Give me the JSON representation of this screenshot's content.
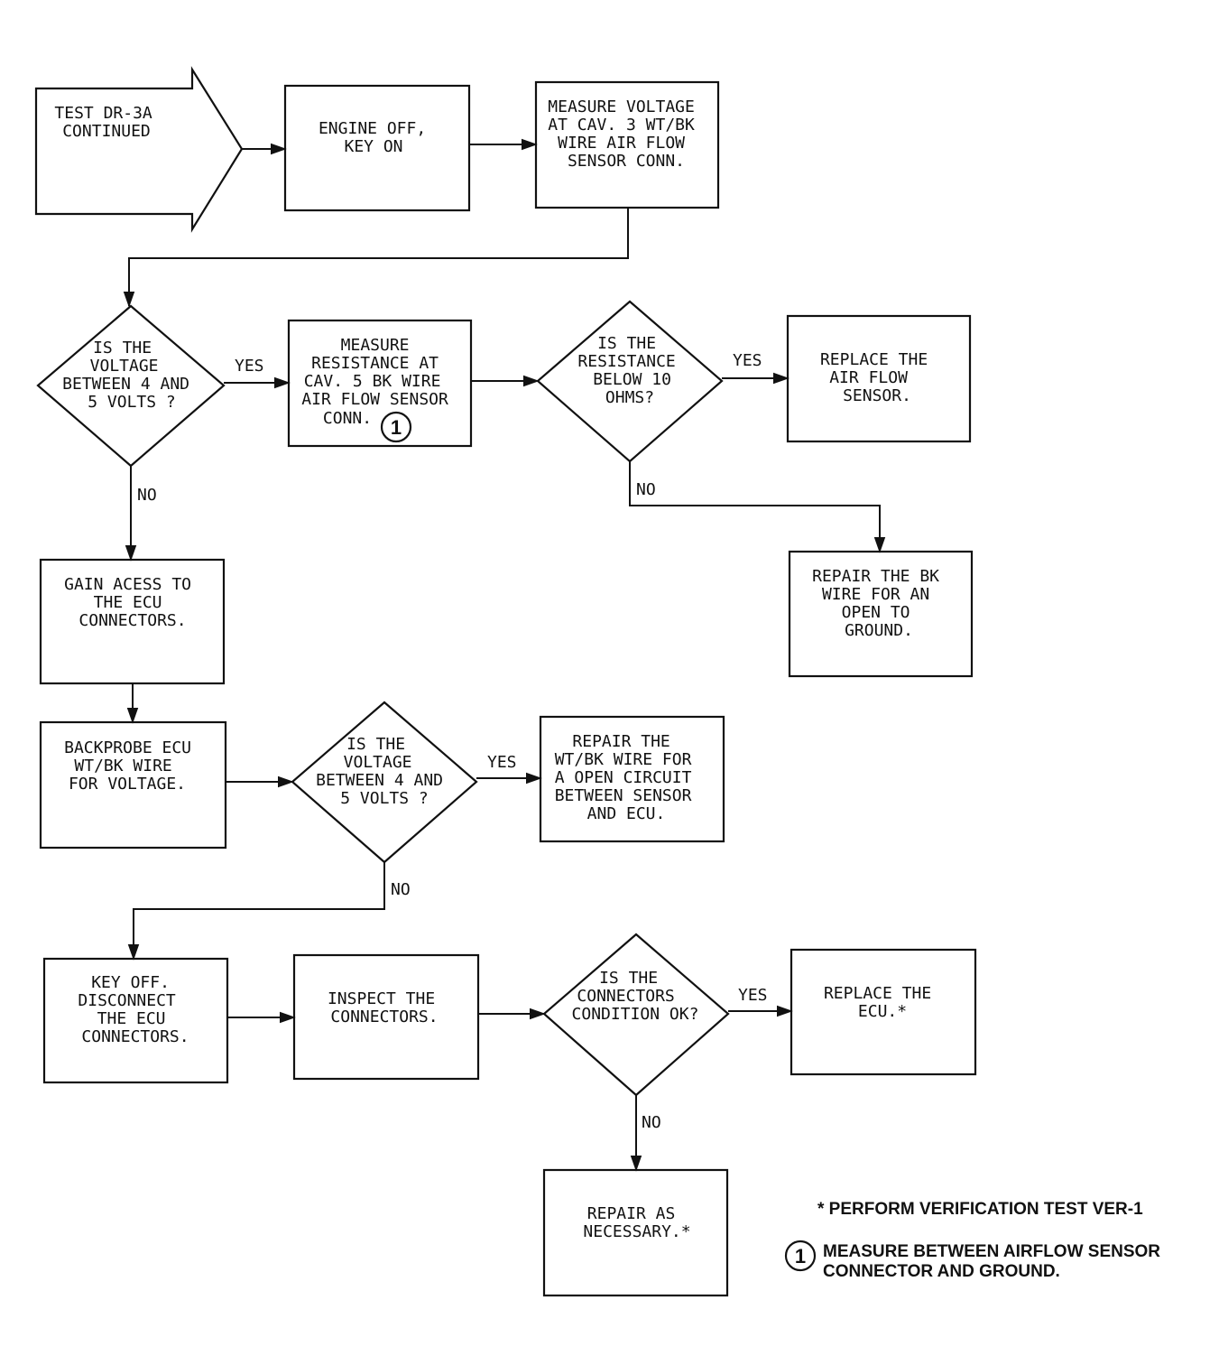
{
  "colors": {
    "ink": "#111111",
    "background": "#ffffff"
  },
  "nodes": {
    "start": [
      "TEST DR-3A",
      "CONTINUED"
    ],
    "engine_off": [
      "ENGINE OFF,",
      "KEY ON"
    ],
    "measure_voltage": [
      "MEASURE VOLTAGE",
      "AT CAV. 3 WT/BK",
      "WIRE AIR FLOW",
      "SENSOR CONN."
    ],
    "is_voltage_1": [
      "IS THE",
      "VOLTAGE",
      "BETWEEN 4 AND",
      "5 VOLTS ?"
    ],
    "measure_resistance": [
      "MEASURE",
      "RESISTANCE AT",
      "CAV. 5 BK WIRE",
      "AIR FLOW SENSOR",
      "CONN."
    ],
    "is_resistance": [
      "IS THE",
      "RESISTANCE",
      "BELOW 10",
      "OHMS?"
    ],
    "replace_sensor": [
      "REPLACE THE",
      "AIR FLOW",
      "SENSOR."
    ],
    "repair_bk": [
      "REPAIR THE BK",
      "WIRE FOR AN",
      "OPEN TO",
      "GROUND."
    ],
    "gain_access": [
      "GAIN ACESS TO",
      "THE ECU",
      "CONNECTORS."
    ],
    "backprobe": [
      "BACKPROBE ECU",
      "WT/BK WIRE",
      "FOR VOLTAGE."
    ],
    "is_voltage_2": [
      "IS THE",
      "VOLTAGE",
      "BETWEEN 4 AND",
      "5 VOLTS ?"
    ],
    "repair_wtbk": [
      "REPAIR THE",
      "WT/BK WIRE FOR",
      "A OPEN CIRCUIT",
      "BETWEEN SENSOR",
      "AND ECU."
    ],
    "key_off": [
      "KEY OFF.",
      "DISCONNECT",
      "THE ECU",
      "CONNECTORS."
    ],
    "inspect": [
      "INSPECT THE",
      "CONNECTORS."
    ],
    "is_connectors": [
      "IS THE",
      "CONNECTORS",
      "CONDITION OK?"
    ],
    "replace_ecu": [
      "REPLACE THE",
      "ECU.*"
    ],
    "repair_necessary": [
      "REPAIR AS",
      "NECESSARY.*"
    ]
  },
  "labels": {
    "yes_1": "YES",
    "no_1": "NO",
    "yes_2": "YES",
    "no_2": "NO",
    "yes_3": "YES",
    "no_3": "NO",
    "yes_4": "YES",
    "no_4": "NO"
  },
  "callout_marker": "1",
  "notes": {
    "verification": "* PERFORM VERIFICATION TEST VER-1",
    "callout_line1": "MEASURE BETWEEN AIRFLOW SENSOR",
    "callout_line2": "CONNECTOR AND GROUND."
  }
}
